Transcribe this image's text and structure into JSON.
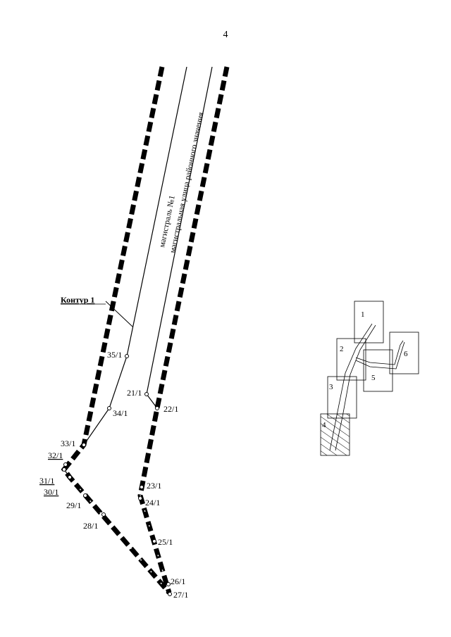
{
  "page_number": "4",
  "contour_label": "Контур 1",
  "roads": [
    {
      "id": "main1",
      "label": "магистраль №1"
    },
    {
      "id": "district",
      "label": "магистральная улица районного значения"
    }
  ],
  "points": [
    {
      "id": "35-1",
      "label": "35/1"
    },
    {
      "id": "34-1",
      "label": "34/1"
    },
    {
      "id": "33-1",
      "label": "33/1"
    },
    {
      "id": "32-1",
      "label": "32/1"
    },
    {
      "id": "31-1",
      "label": "31/1"
    },
    {
      "id": "30-1",
      "label": "30/1"
    },
    {
      "id": "29-1",
      "label": "29/1"
    },
    {
      "id": "28-1",
      "label": "28/1"
    },
    {
      "id": "27-1",
      "label": "27/1"
    },
    {
      "id": "26-1",
      "label": "26/1"
    },
    {
      "id": "25-1",
      "label": "25/1"
    },
    {
      "id": "24-1",
      "label": "24/1"
    },
    {
      "id": "23-1",
      "label": "23/1"
    },
    {
      "id": "22-1",
      "label": "22/1"
    },
    {
      "id": "21-1",
      "label": "21/1"
    }
  ],
  "index_map": {
    "sheets": [
      "1",
      "2",
      "3",
      "4",
      "5",
      "6"
    ],
    "highlighted_sheet": "4"
  }
}
